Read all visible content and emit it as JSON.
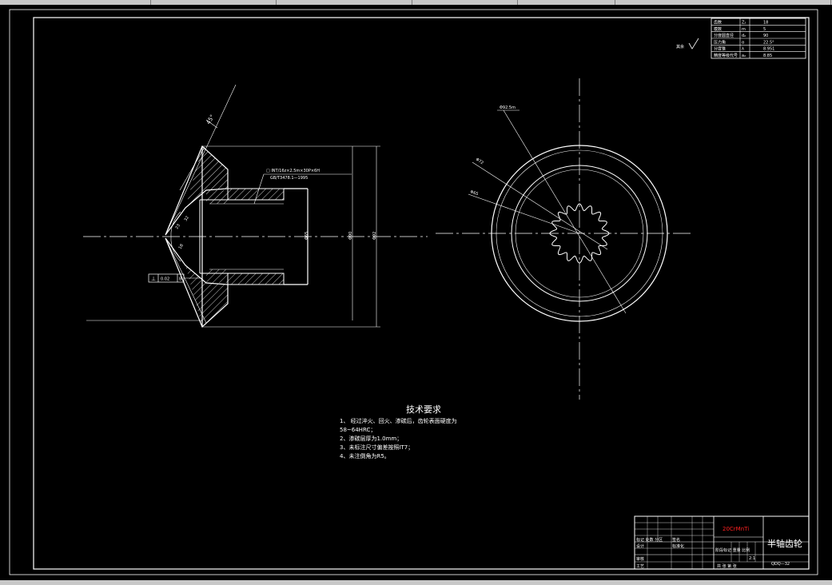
{
  "params": [
    {
      "label": "齿数",
      "symbol": "Z₂",
      "value": "18"
    },
    {
      "label": "模数",
      "symbol": "m",
      "value": "5"
    },
    {
      "label": "分度圆直径",
      "symbol": "d₂",
      "value": "90"
    },
    {
      "label": "压力角",
      "symbol": "α",
      "value": "22.5°"
    },
    {
      "label": "分度锥",
      "symbol": "λ",
      "value": "8.951"
    },
    {
      "label": "精度等级代号",
      "symbol": "a₂",
      "value": "8.85"
    }
  ],
  "roughness_note": "其余",
  "left_view": {
    "angle_label": "45°",
    "spline_callout_1": "□ INT/16z×2.5m×30P×6H",
    "spline_callout_2": "GB/T3478.1—1995",
    "dim_bore": "Φ65",
    "dim_hub": "Φ90",
    "dim_outer": "Φ92",
    "tolerance_symbol": "⊥",
    "tolerance_value": "0.02",
    "tolerance_datum": "B",
    "radius_label": "R",
    "angle_small_1": "32",
    "angle_small_2": "23",
    "dim_small": "18"
  },
  "right_view": {
    "dim_1": "Φ92.5m",
    "dim_2": "Φ72",
    "dim_3": "Φ65"
  },
  "tech": {
    "title": "技术要求",
    "items": [
      "1、 经过淬火、回火、渗碳后，齿轮表面硬度为",
      "58~64HRC；",
      "2、渗碳层厚为1.0mm；",
      "3、未标注尺寸偏差按照IT7；",
      "4、未注倒角为R5。"
    ]
  },
  "title_block": {
    "material": "20CrMnTi",
    "part_name": "半轴齿轮",
    "drawing_no": "QDQ—32",
    "scale": "2:1",
    "rows": [
      "标记 处数 分区",
      "设计",
      "审核",
      "工艺"
    ],
    "design_text": "签名",
    "std_text": "标准化",
    "stage_labels": "阶段标记 重量 比例",
    "sheet_labels": "共  张  第  张"
  },
  "colors": {
    "background": "#000000",
    "line": "#ffffff",
    "material_text": "#ff2020"
  }
}
